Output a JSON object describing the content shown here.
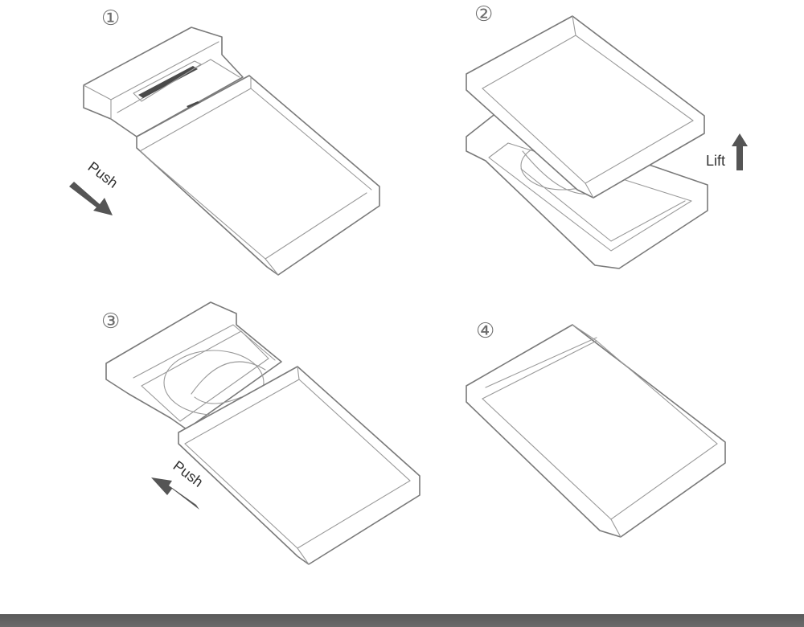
{
  "steps": [
    {
      "number": "①",
      "action_label": "Push"
    },
    {
      "number": "②",
      "action_label": "Lift"
    },
    {
      "number": "③",
      "action_label": "Push"
    },
    {
      "number": "④",
      "action_label": ""
    }
  ],
  "colors": {
    "line": "#7a7a7a",
    "arrow": "#555555",
    "footer": "#5f5f5f"
  }
}
